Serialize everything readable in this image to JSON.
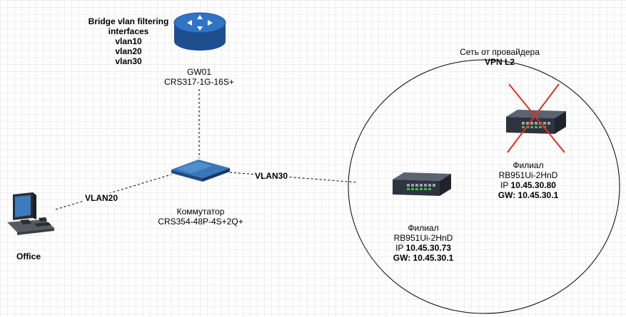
{
  "gateway": {
    "notes": [
      "Bridge vlan filtering",
      "interfaces",
      "vlan10",
      "vlan20",
      "vlan30"
    ],
    "name": "GW01",
    "model": "CRS317-1G-16S+"
  },
  "switch": {
    "name": "Коммутатор",
    "model": "CRS354-48P-4S+2Q+"
  },
  "office": {
    "name": "Office"
  },
  "links": {
    "office_switch": "VLAN20",
    "switch_branch": "VLAN30"
  },
  "provider": {
    "title": "Сеть от провайдера",
    "subtitle": "VPN L2"
  },
  "branch_active": {
    "name": "Филиал",
    "model": "RB951Ui-2HnD",
    "ip_label": "IP",
    "ip": "10.45.30.73",
    "gw": "GW: 10.45.30.1"
  },
  "branch_disabled": {
    "name": "Филиал",
    "model": "RB951Ui-2HnD",
    "ip_label": "IP",
    "ip": "10.45.30.80",
    "gw": "GW: 10.45.30.1",
    "status": "disabled"
  },
  "colors": {
    "router": "#2f74c7",
    "router_dark": "#1d4f8f",
    "switch": "#1e4b82",
    "cross": "#e0301e",
    "device_dark": "#2d3440",
    "port_green": "#3fbf3f"
  }
}
